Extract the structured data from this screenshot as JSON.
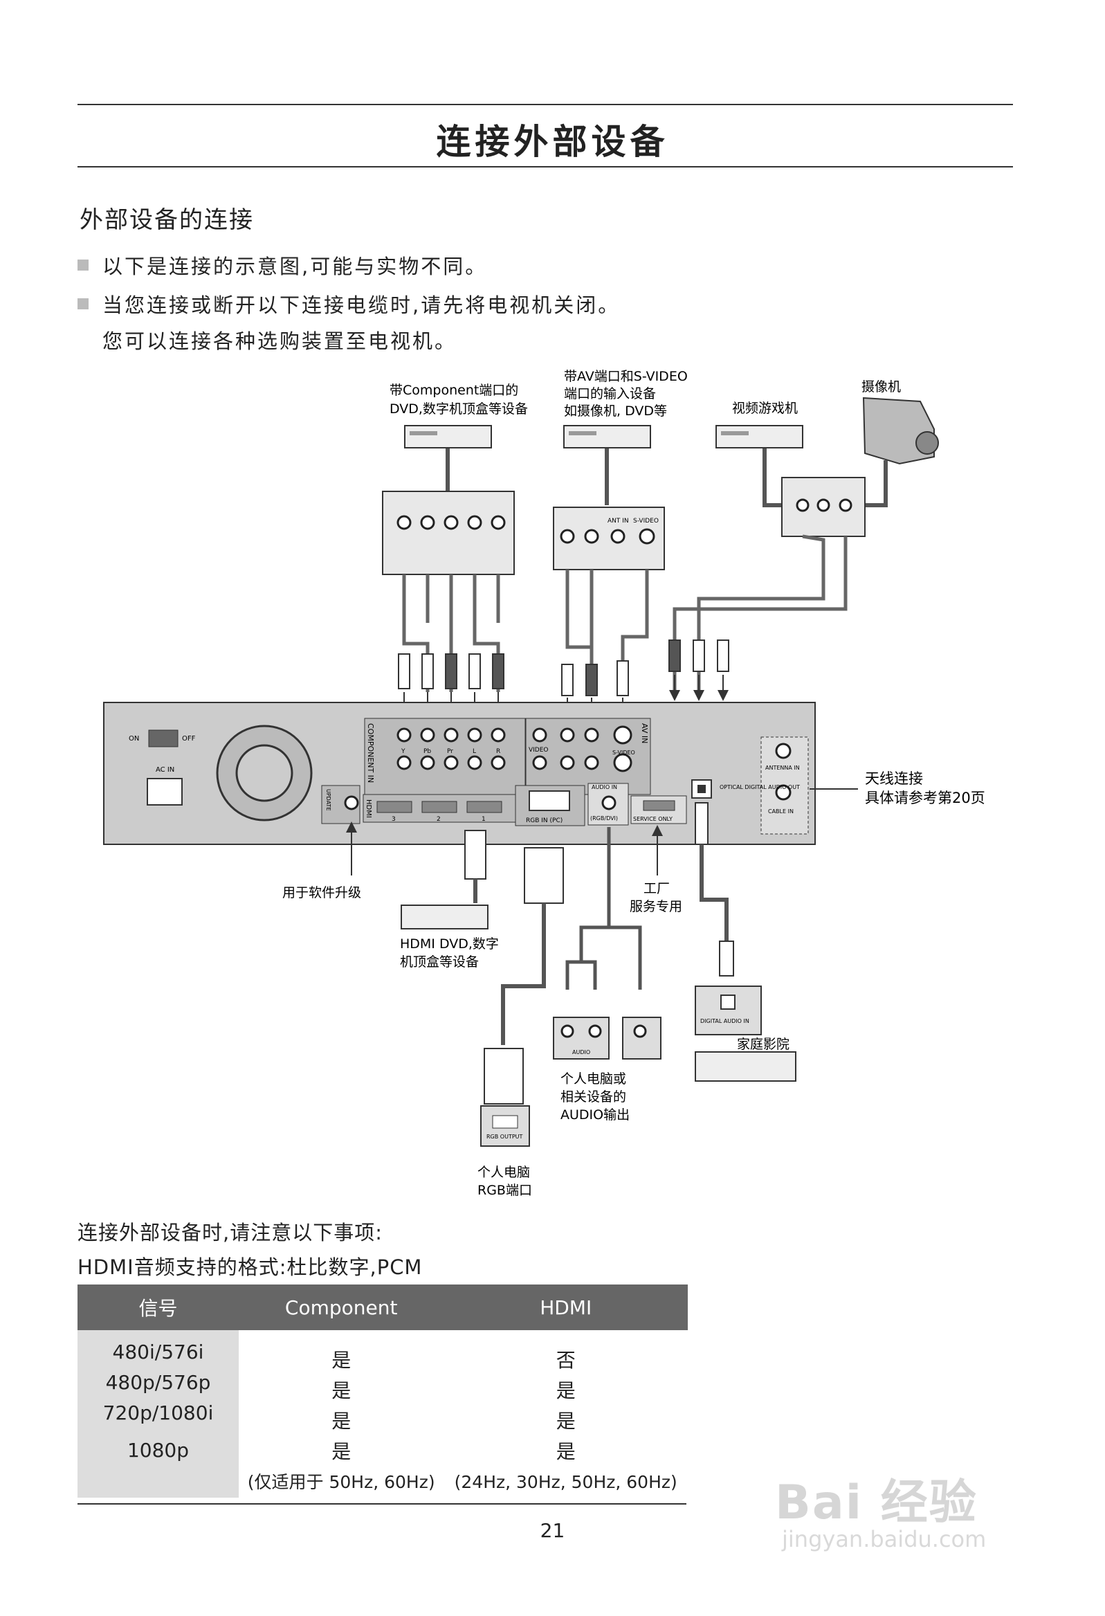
{
  "page": {
    "title": "连接外部设备",
    "section_heading": "外部设备的连接",
    "bullets": [
      "以下是连接的示意图,可能与实物不同。",
      "当您连接或断开以下连接电缆时,请先将电视机关闭。"
    ],
    "bullet_continuation": "您可以连接各种选购装置至电视机。",
    "page_number": "21"
  },
  "diagram": {
    "device_component": [
      "带Component端口的",
      "DVD,数字机顶盒等设备"
    ],
    "device_av": [
      "带AV端口和S-VIDEO",
      "端口的输入设备",
      "如摄像机, DVD等"
    ],
    "device_game": "视频游戏机",
    "device_camcorder": "摄像机",
    "antenna_note": [
      "天线连接",
      "具体请参考第20页"
    ],
    "software_upgrade": "用于软件升级",
    "hdmi_device": [
      "HDMI DVD,数字",
      "机顶盒等设备"
    ],
    "factory_service": [
      "工厂",
      "服务专用"
    ],
    "home_theater": "家庭影院",
    "pc_audio": [
      "个人电脑或",
      "相关设备的",
      "AUDIO输出"
    ],
    "pc_rgb": [
      "个人电脑",
      "RGB端口"
    ],
    "panel": {
      "on": "ON",
      "off": "OFF",
      "ac_in": "AC IN",
      "component_in": "COMPONENT IN",
      "av_in": "AV IN",
      "y": "Y",
      "pb": "Pb",
      "pr": "Pr",
      "l": "L",
      "r": "R",
      "video": "VIDEO",
      "audio": "AUDIO",
      "svideo": "S-VIDEO",
      "antenna_in": "ANTENNA IN",
      "cable_in": "CABLE IN",
      "optical": "OPTICAL DIGITAL AUDIO OUT",
      "rgb_in": "RGB IN (PC)",
      "audio_in": "AUDIO IN",
      "rgb_dvi": "(RGB/DVI)",
      "service_only": "SERVICE ONLY",
      "hdmi": "HDMI",
      "hdmi_1": "1",
      "hdmi_2": "2",
      "hdmi_3": "3",
      "update": "UPDATE",
      "rgb_output": "RGB OUTPUT",
      "digital_audio_in": "DIGITAL AUDIO IN",
      "ant_in": "ANT IN"
    }
  },
  "notes": {
    "line1": "连接外部设备时,请注意以下事项:",
    "line2": "HDMI音频支持的格式:杜比数字,PCM"
  },
  "table": {
    "headers": [
      "信号",
      "Component",
      "HDMI"
    ],
    "signals": [
      "480i/576i",
      "480p/576p",
      "720p/1080i",
      "1080p"
    ],
    "component": [
      "是",
      "是",
      "是",
      "是",
      "(仅适用于 50Hz, 60Hz)"
    ],
    "hdmi": [
      "否",
      "是",
      "是",
      "是",
      "(24Hz, 30Hz, 50Hz, 60Hz)"
    ]
  },
  "watermark": {
    "brand": "Bai 经验",
    "url": "jingyan.baidu.com"
  }
}
